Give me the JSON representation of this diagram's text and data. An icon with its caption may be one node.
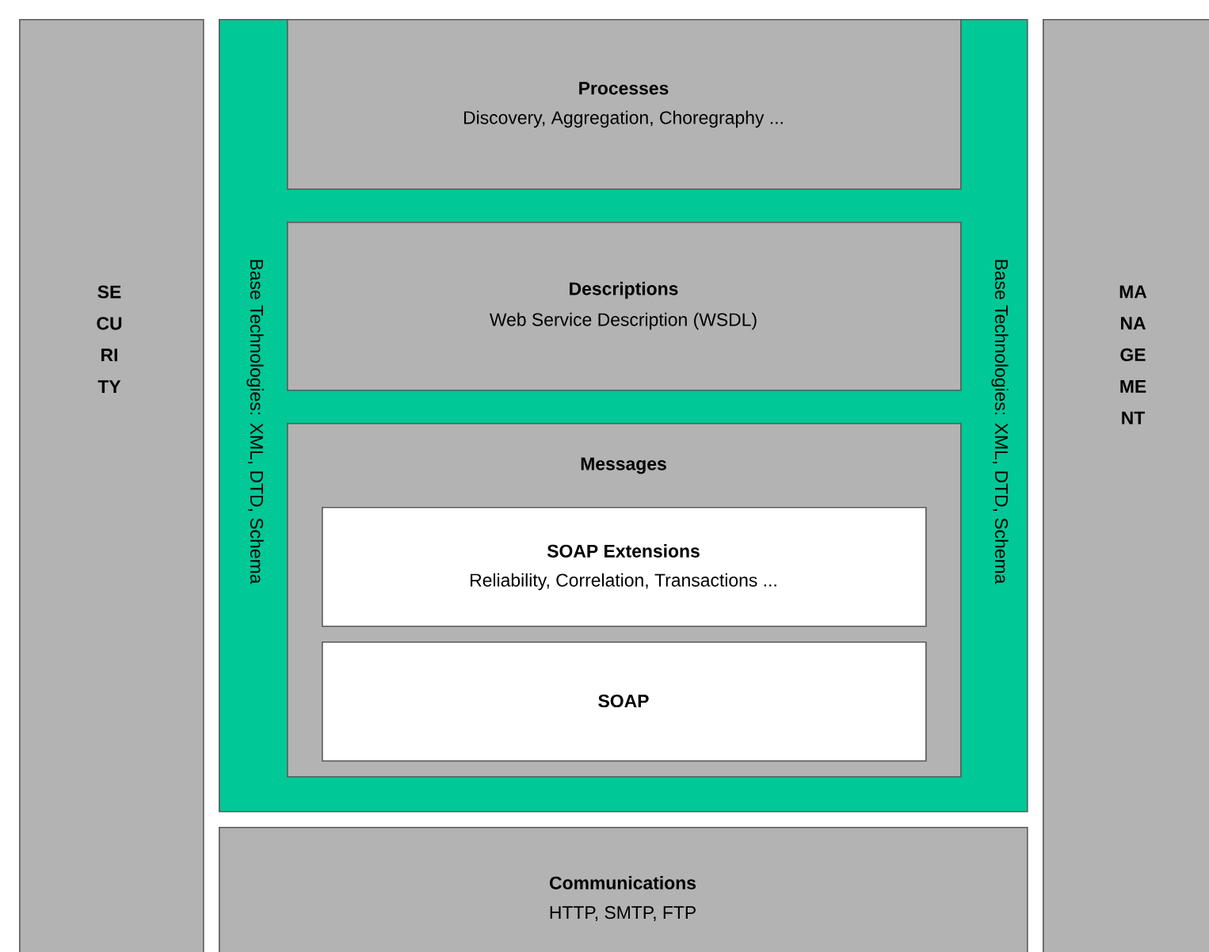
{
  "diagram": {
    "nodes": [
      {
        "text": [
          "SECURITY"
        ]
      },
      {
        "text": [
          "Base Technologies: XML, DTD, Schema",
          "Base Technologies: XML, DTD, Schema"
        ]
      },
      {
        "text": [
          "Processes",
          "Discovery, Aggregation, Choregraphy ..."
        ],
        "in": 1
      },
      {
        "text": [
          "Descriptions",
          "Web Service Description (WSDL)"
        ],
        "in": 1
      },
      {
        "text": [
          "Messages"
        ],
        "in": 1
      },
      {
        "text": [
          "SOAP Extensions",
          "Reliability, Correlation, Transactions ..."
        ],
        "in": 4
      },
      {
        "text": [
          "SOAP"
        ],
        "in": 4
      },
      {
        "text": [
          "Communications",
          "HTTP, SMTP, FTP"
        ]
      },
      {
        "text": [
          "MANAGEMENT"
        ]
      }
    ]
  }
}
